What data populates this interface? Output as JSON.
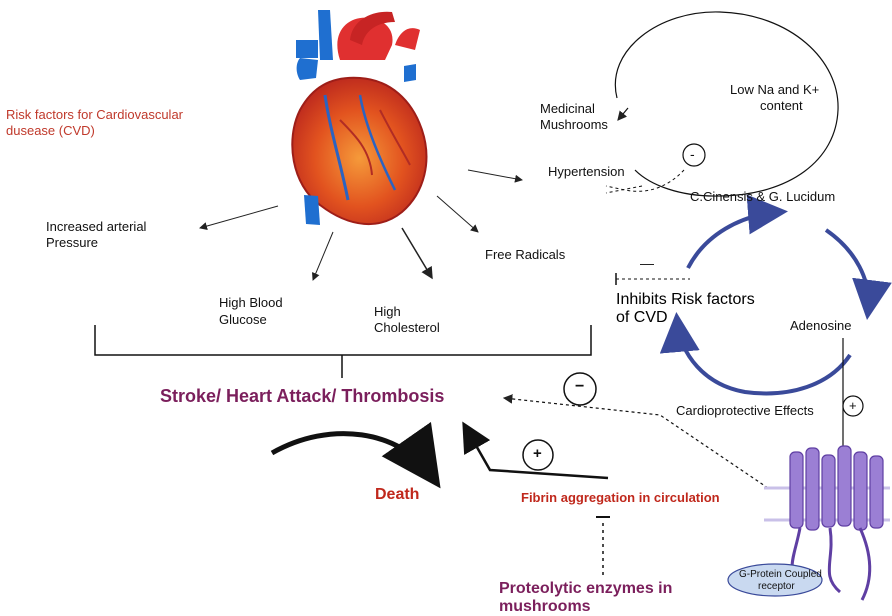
{
  "labels": {
    "risk_title_1": "Risk factors for Cardiovascular",
    "risk_title_2": "dusease (CVD)",
    "increased_1": "Increased arterial",
    "increased_2": "Pressure",
    "glucose_1": "High Blood",
    "glucose_2": "Glucose",
    "cholesterol_1": "High",
    "cholesterol_2": "Cholesterol",
    "free_radicals": "Free Radicals",
    "stroke": "Stroke/ Heart Attack/ Thrombosis",
    "death": "Death",
    "fibrin": "Fibrin aggregation in circulation",
    "proteolytic_1": "Proteolytic enzymes in",
    "proteolytic_2": "mushrooms",
    "medicinal_1": "Medicinal",
    "medicinal_2": "Mushrooms",
    "low_na_1": "Low Na and K+",
    "low_na_2": "content",
    "hypertension": "Hypertension",
    "cinensis": "C.Cinensis & G. Lucidum",
    "inhibits_1": "Inhibits Risk factors",
    "inhibits_2": "of CVD",
    "adenosine": "Adenosine",
    "cardioprotective": "Cardioprotective Effects",
    "gpcr_1": "G-Protein Coupled",
    "gpcr_2": "receptor"
  },
  "signs": {
    "minus_small_circle": "-",
    "minus_dash": "—",
    "plus_adenosine": "+",
    "minus_stroke": "−",
    "plus_fibrin": "+"
  },
  "colors": {
    "risk_title": "#c0392b",
    "stroke_text": "#7b1f5c",
    "death_text": "#c0281c",
    "cycle_arrow": "#3a4a9a",
    "receptor": "#9b7fd4"
  },
  "icons": [
    "heart-illustration-icon",
    "g-protein-receptor-icon"
  ]
}
